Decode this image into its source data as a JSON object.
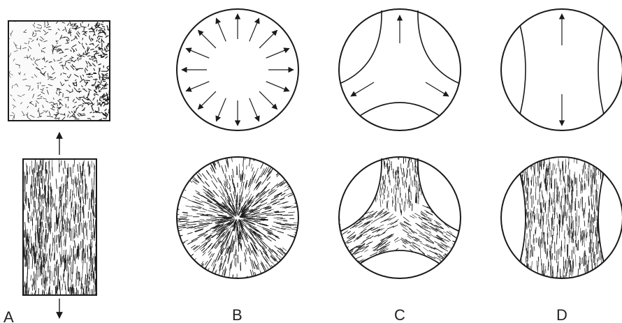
{
  "panels": [
    {
      "id": "A",
      "label": "A"
    },
    {
      "id": "B",
      "label": "B"
    },
    {
      "id": "C",
      "label": "C"
    },
    {
      "id": "D",
      "label": "D"
    }
  ],
  "colors": {
    "ink": "#1a1a1a",
    "paper": "#ffffff"
  }
}
